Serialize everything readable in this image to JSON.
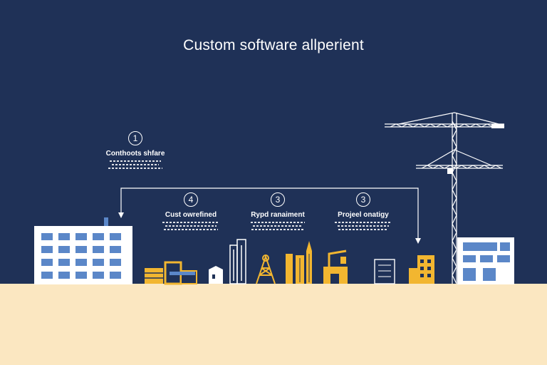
{
  "title": "Custom software allperient",
  "steps": [
    {
      "num": "1",
      "label": "Conthoots shfare"
    },
    {
      "num": "4",
      "label": "Cust owrefined"
    },
    {
      "num": "3",
      "label": "Rypd ranaiment"
    },
    {
      "num": "3",
      "label": "Projeel onatigy"
    }
  ],
  "colors": {
    "background": "#1f3157",
    "ground": "#fbe7c1",
    "accent_yellow": "#f2b630",
    "building_blue": "#5b87c8",
    "white": "#ffffff"
  }
}
